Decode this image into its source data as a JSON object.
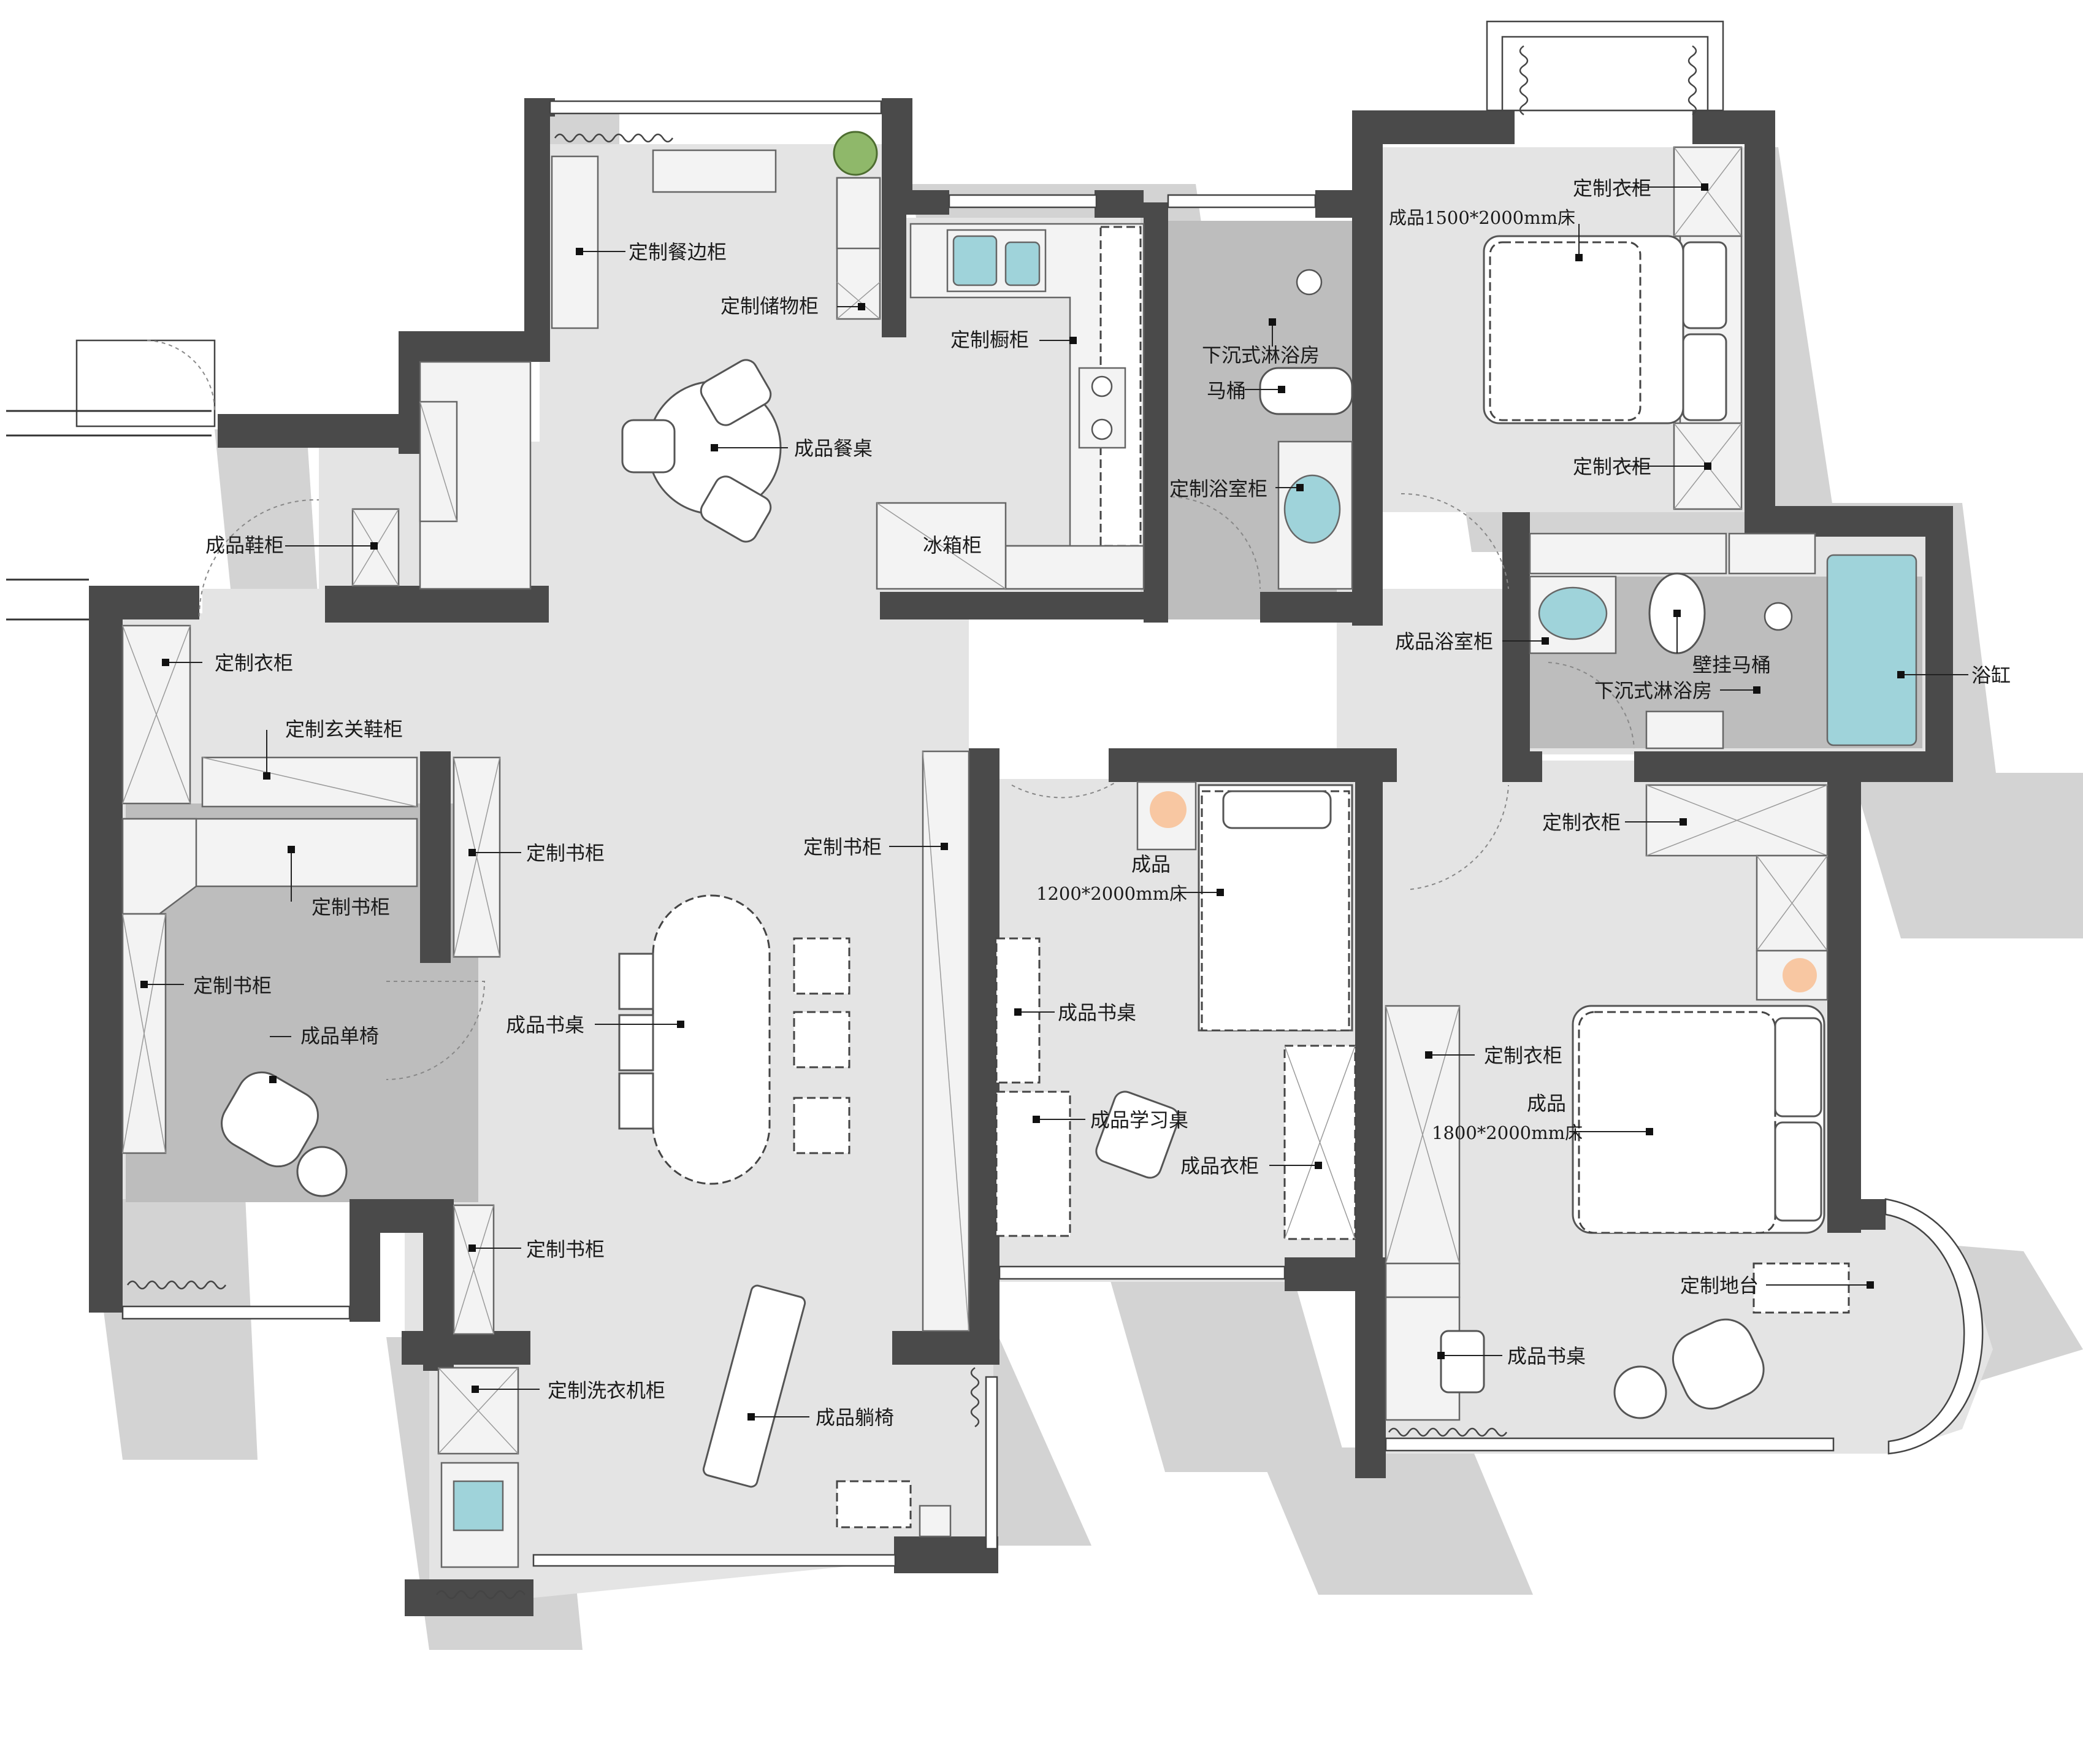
{
  "labels": {
    "sideboard": "定制餐边柜",
    "storage": "定制储物柜",
    "kitchen_cabinet": "定制橱柜",
    "dining_table": "成品餐桌",
    "fridge_cabinet": "冰箱柜",
    "shoe_cabinet": "成品鞋柜",
    "wardrobe_entry": "定制衣柜",
    "entry_shoe_cabinet": "定制玄关鞋柜",
    "bookcase_center": "定制书柜",
    "bookcase_study_top": "定制书柜",
    "bookcase_study_left": "定制书柜",
    "chair_single": "成品单椅",
    "desk_long": "成品书桌",
    "bookcase_bottom": "定制书柜",
    "washer_cabinet": "定制洗衣机柜",
    "lounge_chair": "成品躺椅",
    "bookcase_right": "定制书柜",
    "sunken_shower_1": "下沉式淋浴房",
    "toilet_1": "马桶",
    "bath_cabinet_1": "定制浴室柜",
    "bed_small_line1": "成品",
    "bed_small_line2": "1200*2000mm床",
    "desk_kid": "成品书桌",
    "study_desk": "成品学习桌",
    "finished_wardrobe": "成品衣柜",
    "wardrobe_top_1": "定制衣柜",
    "bed_1500": "成品1500*2000mm床",
    "wardrobe_top_2": "定制衣柜",
    "bath_cabinet_2": "成品浴室柜",
    "wall_toilet": "壁挂马桶",
    "sunken_shower_2": "下沉式淋浴房",
    "bathtub": "浴缸",
    "wardrobe_master_top": "定制衣柜",
    "wardrobe_master_side": "定制衣柜",
    "bed_master_line1": "成品",
    "bed_master_line2": "1800*2000mm床",
    "platform": "定制地台",
    "desk_master": "成品书桌"
  },
  "colors": {
    "wall": "#4a4a4a",
    "floor": "#e4e4e4",
    "wet_floor": "#bdbdbd",
    "shadow": "#d3d3d3",
    "water": "#9fd3da",
    "accent_light": "#f4a46a"
  },
  "icons": [
    "sink-icon",
    "toilet-icon",
    "shower-head-icon",
    "plant-icon",
    "door-swing-icon",
    "curtain-icon",
    "light-fixture-icon"
  ]
}
